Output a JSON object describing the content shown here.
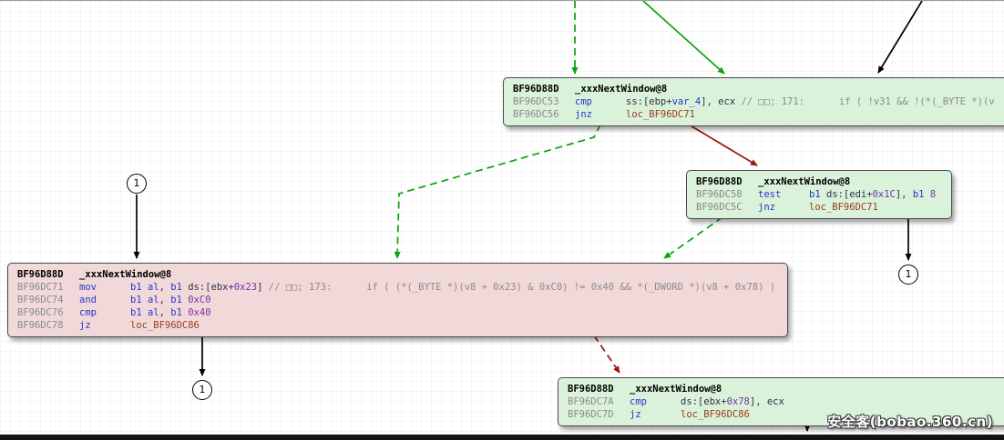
{
  "colors": {
    "edge_green": "#0aa30a",
    "edge_red": "#9b1414",
    "edge_black": "#000000",
    "block_green_bg": "#d9f2d9",
    "block_pink_bg": "#f2d9d9",
    "block_border": "#4a4a4a",
    "header_text": "#000000",
    "addr_text": "#8a8a8a",
    "mnemonic_text": "#2733cc",
    "keyword_text": "#2733cc",
    "number_text": "#7b2fb0",
    "plain_text": "#30304a",
    "loc_text": "#9e3a1e",
    "comment_text": "#8a8a8a"
  },
  "watermark": "安全客(bobao.360.cn)",
  "circles": [
    {
      "label": "1"
    },
    {
      "label": "1"
    },
    {
      "label": "1"
    }
  ],
  "blocks": [
    {
      "name": "block-BF96DC53",
      "header": {
        "address": "BF96D88D",
        "function": "_xxxNextWindow@8"
      },
      "lines": [
        {
          "address": "BF96DC53",
          "mnemonic": "cmp",
          "tokens": [
            [
              "p",
              "ss:[ebp+"
            ],
            [
              "k",
              "var_4"
            ],
            [
              "p",
              "], ecx "
            ],
            [
              "c",
              "// □□; 171:      if ( !v31 && !(*(_BYTE *)(v"
            ]
          ]
        },
        {
          "address": "BF96DC56",
          "mnemonic": "jnz",
          "tokens": [
            [
              "l",
              "loc_BF96DC71"
            ]
          ]
        }
      ]
    },
    {
      "name": "block-BF96DC58",
      "header": {
        "address": "BF96D88D",
        "function": "_xxxNextWindow@8"
      },
      "lines": [
        {
          "address": "BF96DC58",
          "mnemonic": "test",
          "tokens": [
            [
              "k",
              "b1 "
            ],
            [
              "p",
              "ds:[edi+"
            ],
            [
              "n",
              "0x1C"
            ],
            [
              "p",
              "], "
            ],
            [
              "k",
              "b1 "
            ],
            [
              "n",
              "8"
            ]
          ]
        },
        {
          "address": "BF96DC5C",
          "mnemonic": "jnz",
          "tokens": [
            [
              "l",
              "loc_BF96DC71"
            ]
          ]
        }
      ]
    },
    {
      "name": "block-BF96DC71",
      "header": {
        "address": "BF96D88D",
        "function": "_xxxNextWindow@8"
      },
      "lines": [
        {
          "address": "BF96DC71",
          "mnemonic": "mov",
          "tokens": [
            [
              "k",
              "b1 al"
            ],
            [
              "p",
              ", "
            ],
            [
              "k",
              "b1 "
            ],
            [
              "p",
              "ds:[ebx+"
            ],
            [
              "n",
              "0x23"
            ],
            [
              "p",
              "] "
            ],
            [
              "c",
              "// □□; 173:      if ( (*(_BYTE *)(v8 + 0x23) & 0xC0) != 0x40 && *(_DWORD *)(v8 + 0x78) )"
            ]
          ]
        },
        {
          "address": "BF96DC74",
          "mnemonic": "and",
          "tokens": [
            [
              "k",
              "b1 al"
            ],
            [
              "p",
              ", "
            ],
            [
              "k",
              "b1 "
            ],
            [
              "n",
              "0xC0"
            ]
          ]
        },
        {
          "address": "BF96DC76",
          "mnemonic": "cmp",
          "tokens": [
            [
              "k",
              "b1 al"
            ],
            [
              "p",
              ", "
            ],
            [
              "k",
              "b1 "
            ],
            [
              "n",
              "0x40"
            ]
          ]
        },
        {
          "address": "BF96DC78",
          "mnemonic": "jz",
          "tokens": [
            [
              "l",
              "loc_BF96DC86"
            ]
          ]
        }
      ]
    },
    {
      "name": "block-BF96DC7A",
      "header": {
        "address": "BF96D88D",
        "function": "_xxxNextWindow@8"
      },
      "lines": [
        {
          "address": "BF96DC7A",
          "mnemonic": "cmp",
          "tokens": [
            [
              "p",
              "ds:[ebx+"
            ],
            [
              "n",
              "0x78"
            ],
            [
              "p",
              "], ecx"
            ]
          ]
        },
        {
          "address": "BF96DC7D",
          "mnemonic": "jz",
          "tokens": [
            [
              "l",
              "loc_BF96DC86"
            ]
          ]
        }
      ]
    }
  ]
}
